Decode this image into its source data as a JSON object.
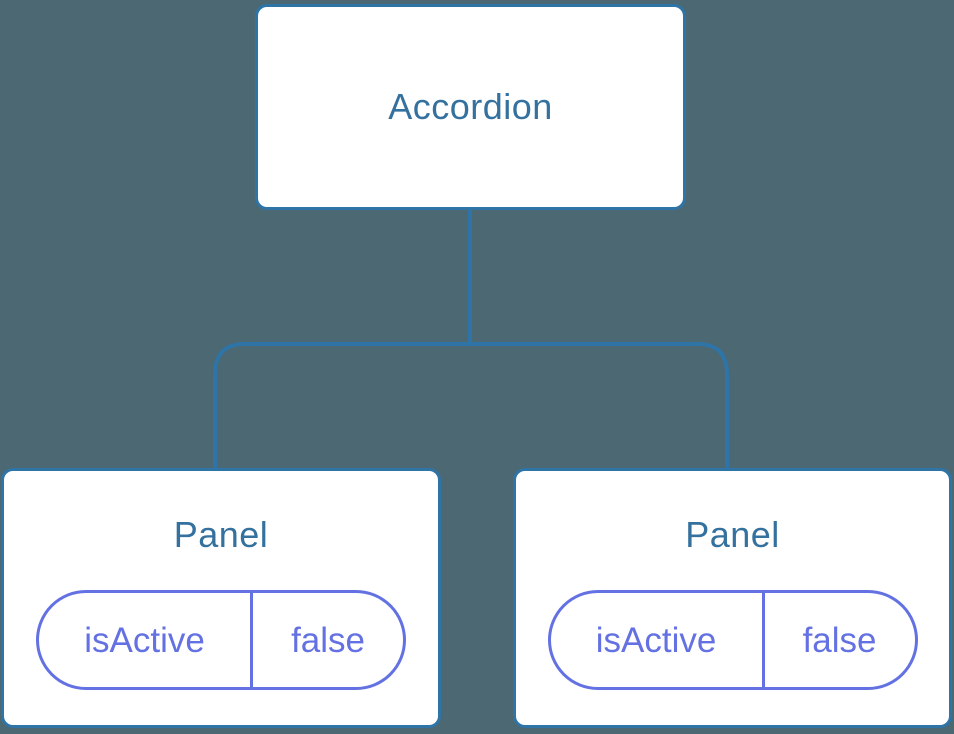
{
  "diagram": {
    "type": "component-tree",
    "colors": {
      "background": "#4C6872",
      "line": "#2E74A6",
      "node_border": "#2E74A6",
      "node_fill": "#FFFFFF",
      "node_text": "#34719E",
      "pill": "#6371E3"
    },
    "root": {
      "label": "Accordion"
    },
    "children": [
      {
        "label": "Panel",
        "props": [
          {
            "name": "isActive",
            "value": "false"
          }
        ]
      },
      {
        "label": "Panel",
        "props": [
          {
            "name": "isActive",
            "value": "false"
          }
        ]
      }
    ]
  }
}
